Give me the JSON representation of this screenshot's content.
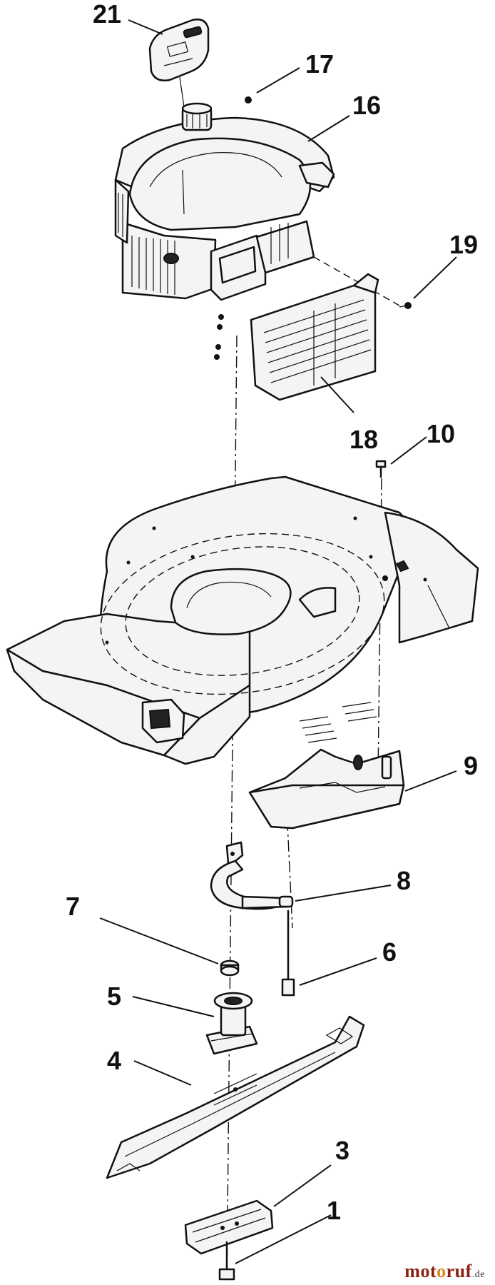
{
  "callouts": [
    "21",
    "17",
    "16",
    "19",
    "18",
    "10",
    "9",
    "8",
    "7",
    "6",
    "5",
    "4",
    "3",
    "1"
  ],
  "watermark": {
    "prefix": "mot",
    "o": "o",
    "rest": "ruf",
    "suffix": ".de"
  }
}
